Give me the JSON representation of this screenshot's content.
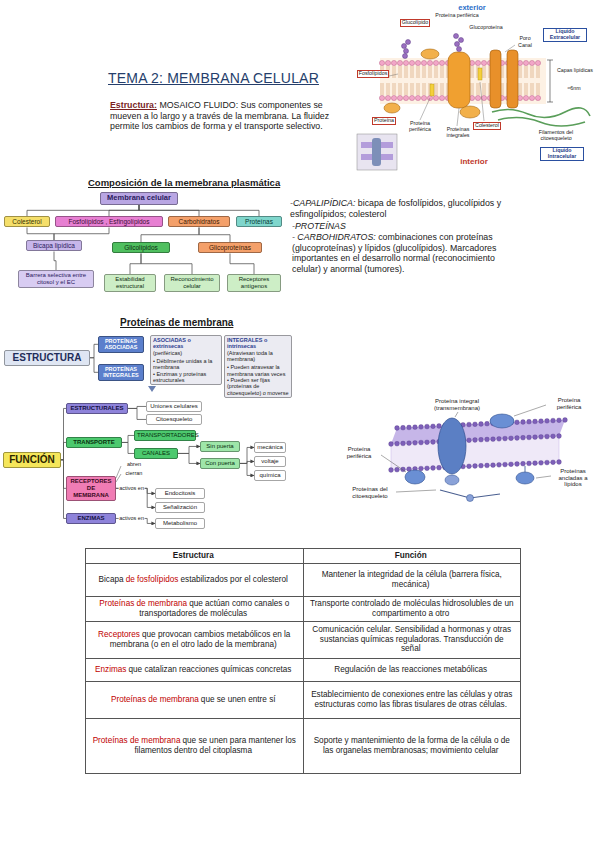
{
  "diagram": {
    "title": "TEMA 2: MEMBRANA CELULAR",
    "nodes": [
      {
        "text": [
          "Membrana celular"
        ]
      },
      {
        "text": [
          "Colesterol"
        ]
      },
      {
        "text": [
          "Fosfolípidos , Esfingolípidos"
        ]
      },
      {
        "text": [
          "Carbohidratos"
        ]
      },
      {
        "text": [
          "Proteínas"
        ]
      },
      {
        "text": [
          "Bicapa lipídica"
        ]
      },
      {
        "text": [
          "Glicolípidos"
        ]
      },
      {
        "text": [
          "Glicoproteínas"
        ]
      },
      {
        "text": [
          "Barrera selectiva entre citosol y el EC"
        ]
      },
      {
        "text": [
          "Estabilidad estructural"
        ]
      },
      {
        "text": [
          "Reconocimiento celular"
        ]
      },
      {
        "text": [
          "Receptores antígenos"
        ]
      },
      {
        "text": [
          "ESTRUCTURA"
        ]
      },
      {
        "text": [
          "PROTEÍNAS ASOCIADAS"
        ]
      },
      {
        "text": [
          "PROTEÍNAS INTEGRALES"
        ]
      },
      {
        "text": [
          "ASOCIADAS o extrínsecas",
          "(periféricas)",
          "• Débilmente unidas a la membrana",
          "• Enzimas y proteínas estructurales"
        ]
      },
      {
        "text": [
          "INTEGRALES o intrínsecas",
          "(Atraviesan toda la membrana)",
          "• Pueden atravesar la membrana varias veces",
          "• Pueden ser fijas (proteínas de citoesqueleto) o moverse"
        ]
      },
      {
        "text": [
          "FUNCIÓN"
        ]
      },
      {
        "text": [
          "ESTRUCTURALES"
        ]
      },
      {
        "text": [
          "Uniones celulares"
        ]
      },
      {
        "text": [
          "Citoesqueleto"
        ]
      },
      {
        "text": [
          "TRANSPORTE"
        ]
      },
      {
        "text": [
          "TRANSPORTADORES"
        ]
      },
      {
        "text": [
          "CANALES"
        ]
      },
      {
        "text": [
          "Sin puerta"
        ]
      },
      {
        "text": [
          "Con puerta"
        ]
      },
      {
        "text": [
          "mecánica"
        ]
      },
      {
        "text": [
          "voltaje"
        ]
      },
      {
        "text": [
          "química"
        ]
      },
      {
        "text": [
          "RECEPTORES DE MEMBRANA"
        ]
      },
      {
        "text": [
          "Endocitosis"
        ]
      },
      {
        "text": [
          "Señalización"
        ]
      },
      {
        "text": [
          "ENZIMAS"
        ]
      },
      {
        "text": [
          "Metabolismo"
        ]
      }
    ],
    "edges": [
      {
        "from": 0,
        "to": 1,
        "arrow": "none"
      },
      {
        "from": 0,
        "to": 2,
        "arrow": "none"
      },
      {
        "from": 0,
        "to": 3,
        "arrow": "none"
      },
      {
        "from": 0,
        "to": 4,
        "arrow": "none"
      },
      {
        "from": 1,
        "to": 5,
        "arrow": "none"
      },
      {
        "from": 2,
        "to": 5,
        "arrow": "none"
      },
      {
        "from": 3,
        "to": 6,
        "arrow": "none"
      },
      {
        "from": 3,
        "to": 7,
        "arrow": "none"
      },
      {
        "from": 5,
        "to": 8,
        "arrow": "none"
      },
      {
        "from": 6,
        "to": 9,
        "arrow": "none"
      },
      {
        "from": 6,
        "to": 10,
        "arrow": "none"
      },
      {
        "from": 7,
        "to": 11,
        "arrow": "none"
      },
      {
        "from": 12,
        "to": 13,
        "arrow": "none"
      },
      {
        "from": 12,
        "to": 14,
        "arrow": "none"
      },
      {
        "from": 17,
        "to": 18,
        "arrow": "none"
      },
      {
        "from": 17,
        "to": 21,
        "arrow": "none"
      },
      {
        "from": 17,
        "to": 29,
        "arrow": "none"
      },
      {
        "from": 17,
        "to": 32,
        "arrow": "none"
      },
      {
        "from": 18,
        "to": 19,
        "arrow": "none"
      },
      {
        "from": 18,
        "to": 20,
        "arrow": "none"
      },
      {
        "from": 21,
        "to": 22,
        "arrow": "none"
      },
      {
        "from": 21,
        "to": 23,
        "arrow": "none"
      },
      {
        "from": 23,
        "to": 24,
        "arrow": "to"
      },
      {
        "from": 23,
        "to": 25,
        "arrow": "to"
      },
      {
        "from": 25,
        "to": 26,
        "arrow": "to"
      },
      {
        "from": 25,
        "to": 27,
        "arrow": "to"
      },
      {
        "from": 25,
        "to": 28,
        "arrow": "to"
      },
      {
        "from": 29,
        "to": 30,
        "label": "activos en",
        "arrow": "to"
      },
      {
        "from": 29,
        "to": 31,
        "arrow": "to"
      },
      {
        "from": 32,
        "to": 33,
        "label": "activos en",
        "arrow": "to"
      }
    ],
    "labels": [
      "Estructura:",
      "MOSAICO FLUIDO: Sus componentes se mueven a lo largo y a través de la membrana. La fluidez permite los cambios de forma y el transporte selectivo.",
      "exterior",
      "Glucolípido",
      "Proteína periférica",
      "Glucoproteína",
      "Líquido Extracelular",
      "Fosfolípidos",
      "Poro",
      "Canal",
      "Capas lipídicas",
      "≈6nm",
      "Colesterol",
      "Proteína",
      "Proteínas integrales",
      "Proteína periférica",
      "Filamentos del citoesqueleto",
      "Líquido Intracelular",
      "interior",
      "Composición de la memebrana plasmática",
      "-CAPALIPÍDICA:",
      "bicapa de fosfolípidos, glucolípidos y esfingolípidos; colesterol",
      "-PROTEÍNAS",
      "- CARBOHIDRATOS:",
      "combinaciones con proteínas (glucoproteínas) y lípidos (glucolípidos). Marcadores importantes en el desarrollo normal (reconocimiento celular) y anormal (tumores).",
      "Proteínas de membrana",
      "abren",
      "cierran",
      "Proteína integral (transmembrana)",
      "Proteína periférica",
      "Proteína periférica",
      "Proteínas ancladas a lípidos",
      "Proteínas del citoesqueleto",
      "Estructura",
      "Función",
      "Bicapa",
      "de fosfolípidos",
      "estabilizados por el colesterol",
      "Mantener la integridad de la célula (barrera física, mecánica)",
      "Proteínas de membrana",
      "que actúan como canales o transportadores de moléculas",
      "Transporte controlado de moléculas hidrosolubles de un compartimento a otro",
      "Receptores",
      "que provocan cambios metabólicos en la membrana (o en el otro lado de la membrana)",
      "Comunicación celular. Sensibilidad a hormonas y otras sustancias químicas reguladoras. Transducción de señal",
      "Enzimas",
      "que catalizan reacciones químicas concretas",
      "Regulación de las reacciones metabólicas",
      "Proteínas de membrana",
      "que se unen entre sí",
      "Establecimiento de conexiones entre las células y otras estructuras como las fibras tisulares de otras células.",
      "Proteínas de membrana",
      "que se unen para mantener los filamentos dentro del citoplasma",
      "Soporte y mantenimiento de la forma de la célula o de las organelas membranosas; movimiento celular"
    ]
  }
}
